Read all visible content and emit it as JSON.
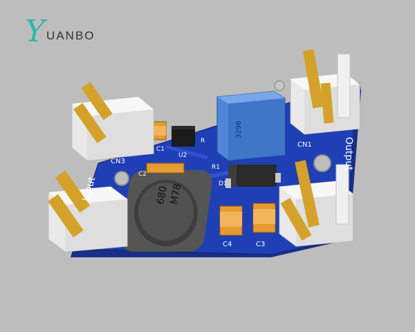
{
  "logo": {
    "mark": "Y",
    "text": "UANBO"
  },
  "board": {
    "trimpot_text": "3296",
    "inductor_text_line1": "680",
    "inductor_text_line2": "M78",
    "labels": {
      "cn1": "CN1",
      "cn3": "CN3",
      "c1": "C1",
      "c2": "C2",
      "c3": "C3",
      "c4": "C4",
      "u2": "U2",
      "r1": "R1",
      "r2": "R",
      "d1": "D1",
      "input": "Input",
      "output": "Output"
    }
  },
  "colors": {
    "background": "#bdbdbd",
    "pcb": "#1f3fb5",
    "pcb_edge": "#1a2f86",
    "header": "#e9e9e9",
    "pin_gold": "#d4a12a",
    "trimpot": "#4f86d8",
    "inductor": "#555555",
    "cap_orange": "#e79a2f",
    "diode": "#2a2a2a"
  }
}
